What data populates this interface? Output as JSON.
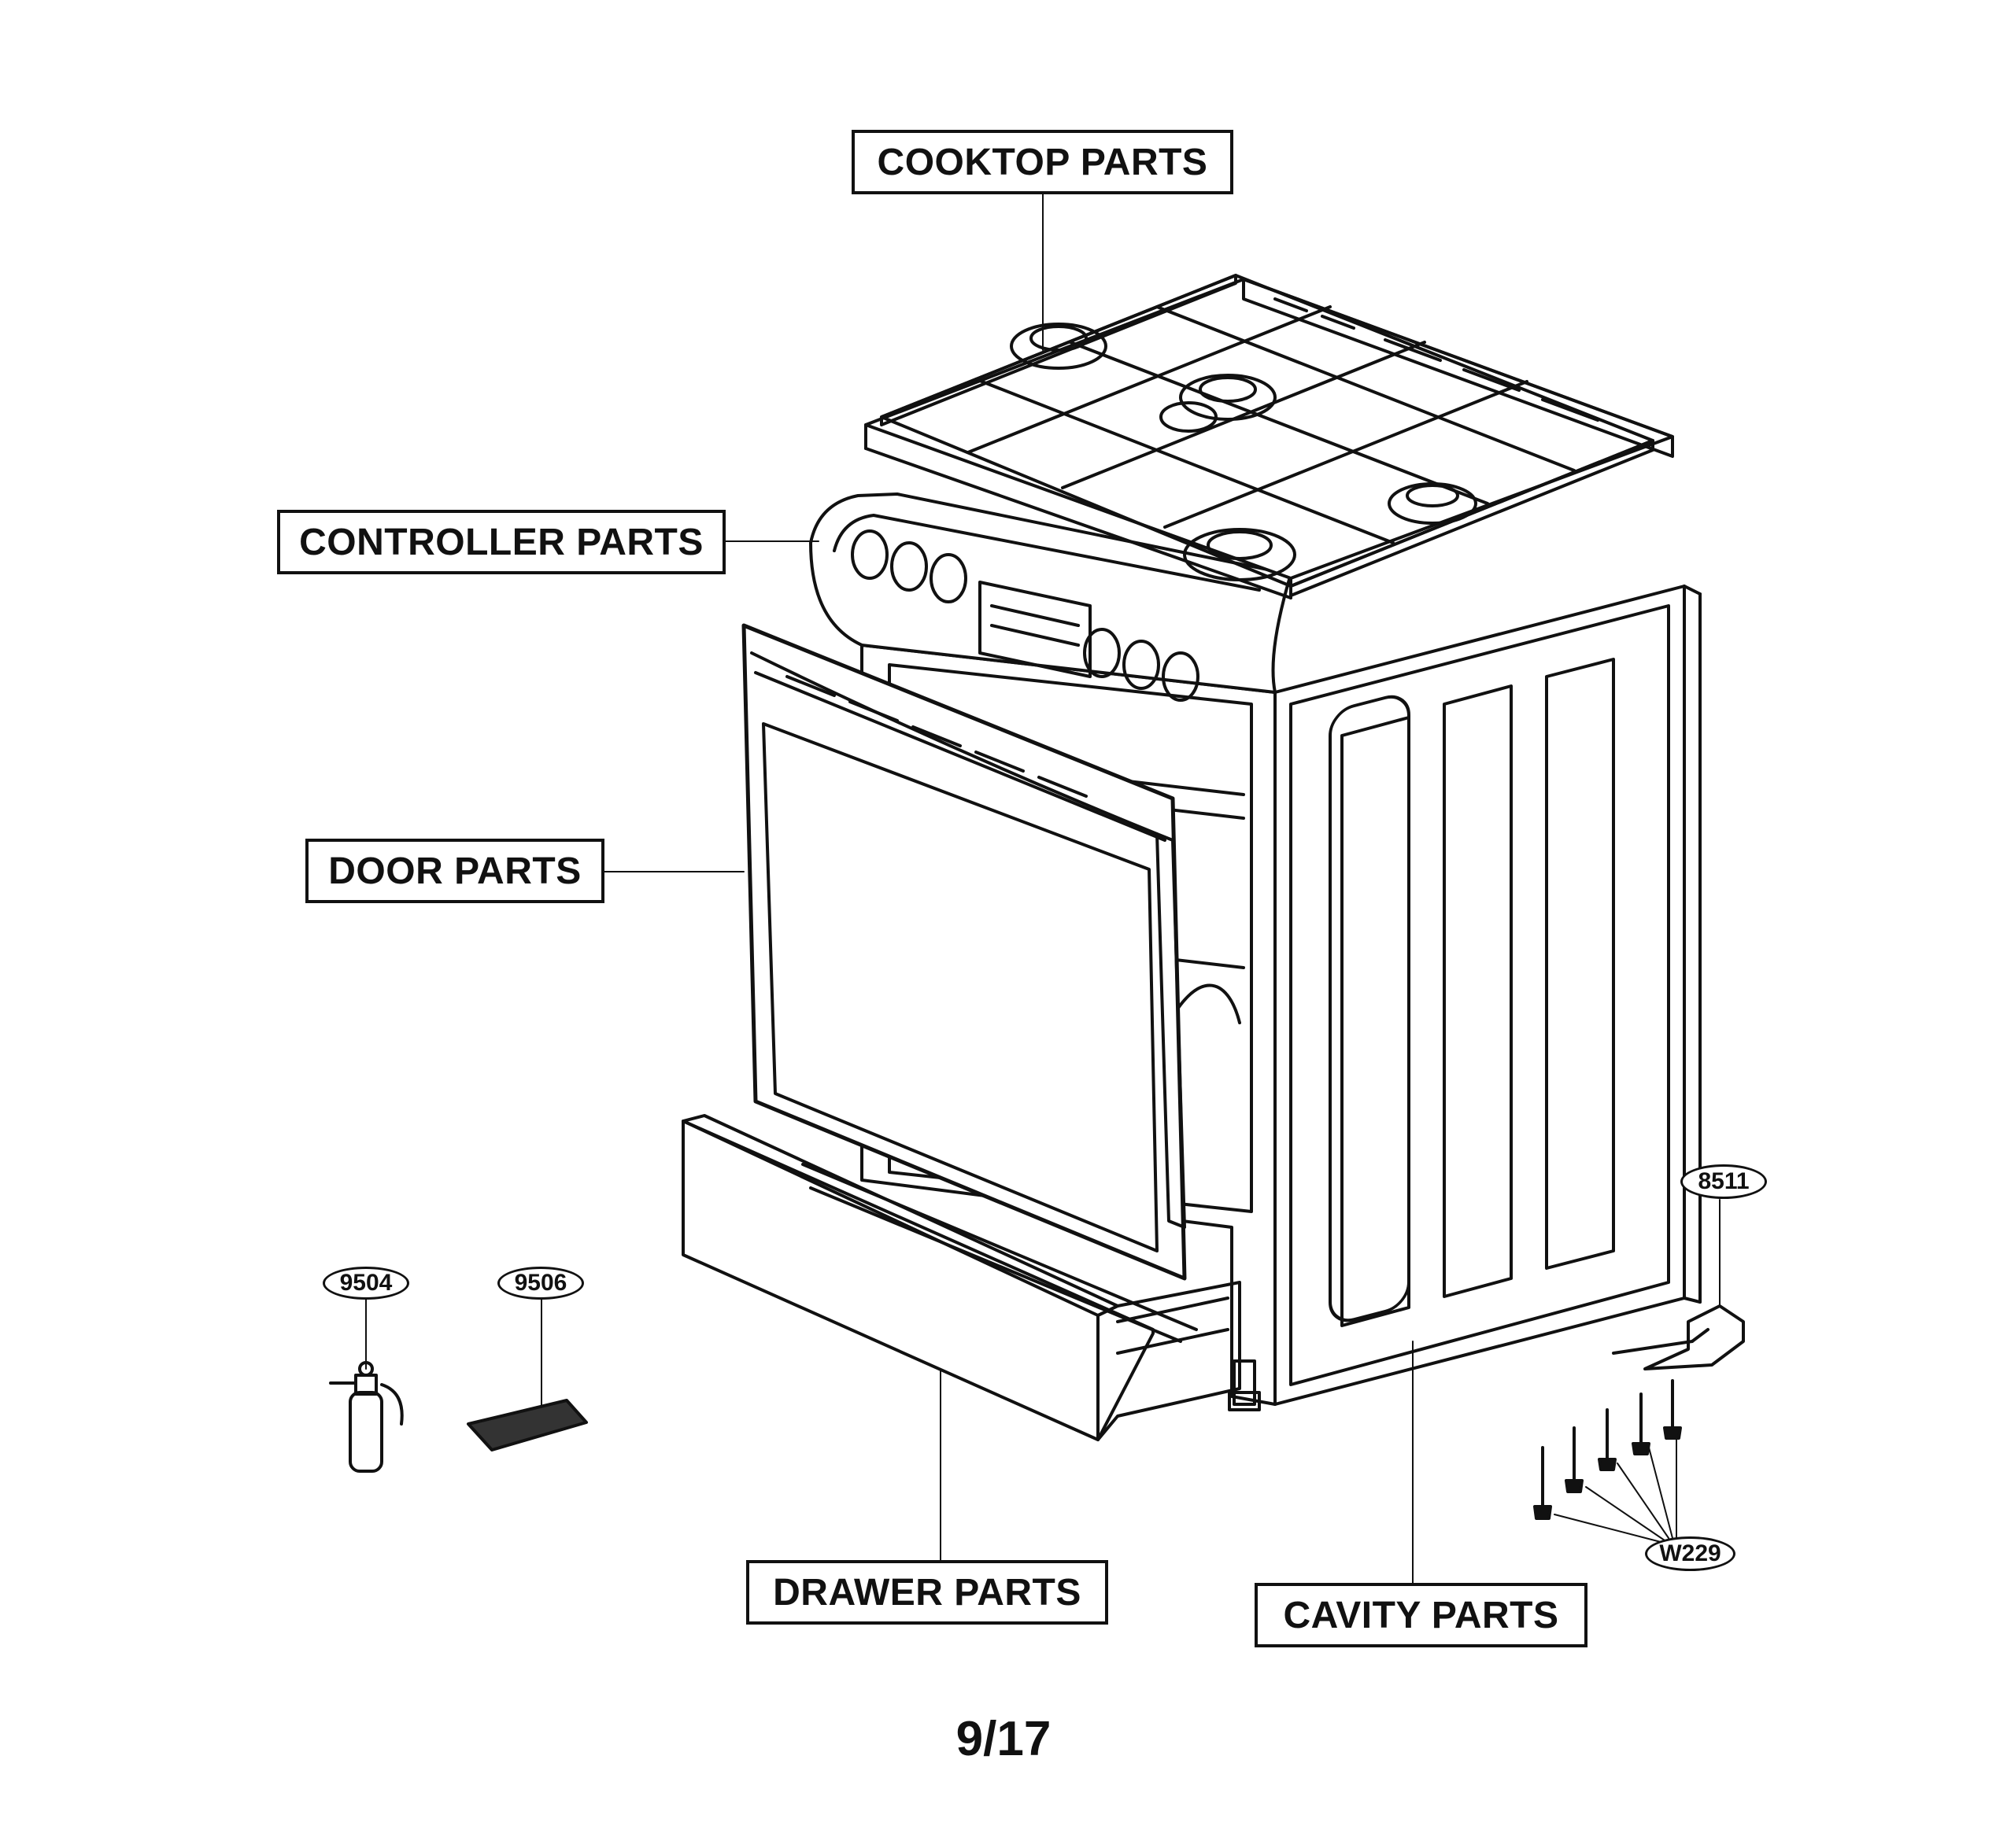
{
  "groups": {
    "cooktop": "COOKTOP PARTS",
    "controller": "CONTROLLER PARTS",
    "door": "DOOR PARTS",
    "drawer": "DRAWER PARTS",
    "cavity": "CAVITY PARTS"
  },
  "parts": {
    "sprayer": "9504",
    "pad": "9506",
    "anti_tip_bracket": "8511",
    "screws": "W229"
  },
  "page_number": "9/17"
}
